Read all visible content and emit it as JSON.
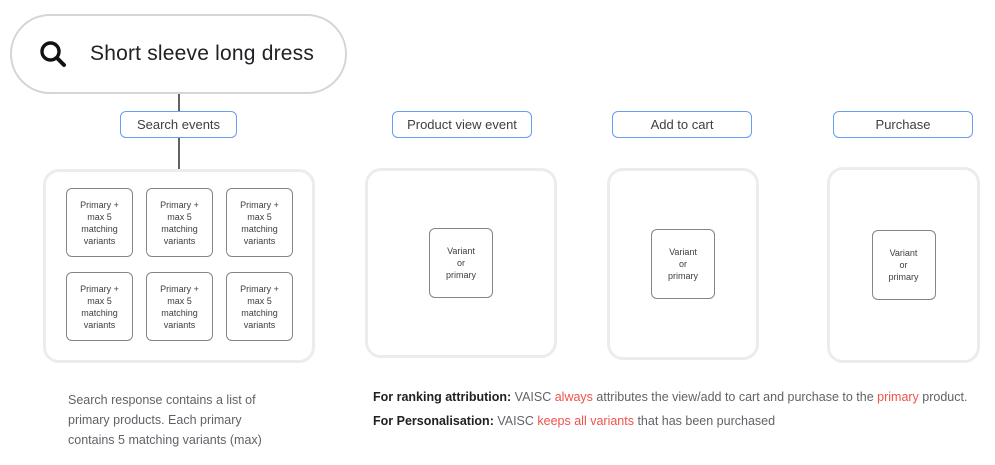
{
  "search": {
    "query": "Short sleeve long dress",
    "icon": "search-icon"
  },
  "columns": [
    {
      "id": "search-events",
      "label": "Search events",
      "boxes": [
        "Primary +\nmax 5\nmatching\nvariants",
        "Primary +\nmax 5\nmatching\nvariants",
        "Primary +\nmax 5\nmatching\nvariants",
        "Primary +\nmax 5\nmatching\nvariants",
        "Primary +\nmax 5\nmatching\nvariants",
        "Primary +\nmax 5\nmatching\nvariants"
      ]
    },
    {
      "id": "product-view",
      "label": "Product view event",
      "boxes": [
        "Variant\nor\nprimary"
      ]
    },
    {
      "id": "add-to-cart",
      "label": "Add to cart",
      "boxes": [
        "Variant\nor\nprimary"
      ]
    },
    {
      "id": "purchase",
      "label": "Purchase",
      "boxes": [
        "Variant\nor\nprimary"
      ]
    }
  ],
  "notes": {
    "search_note_lines": [
      "Search response contains a list of",
      "primary products. Each primary",
      "contains 5 matching variants (max)"
    ],
    "ranking_segments": [
      {
        "text": "For ranking attribution:",
        "style": "bold"
      },
      {
        "text": " VAISC ",
        "style": "normal"
      },
      {
        "text": "always",
        "style": "red"
      },
      {
        "text": " attributes the view/add to cart and purchase to the ",
        "style": "normal"
      },
      {
        "text": "primary",
        "style": "red"
      },
      {
        "text": " product.",
        "style": "normal"
      }
    ],
    "personalisation_segments": [
      {
        "text": "For Personalisation:",
        "style": "bold"
      },
      {
        "text": " VAISC ",
        "style": "normal"
      },
      {
        "text": "keeps all variants",
        "style": "red"
      },
      {
        "text": " that has been purchased",
        "style": "normal"
      }
    ]
  },
  "colors": {
    "accent_blue": "#669df6",
    "accent_red": "#ef5349",
    "ink": "#202124",
    "ink_soft": "#3c4043",
    "ink_gray": "#5f6368",
    "frame": "#ececee",
    "box_border": "#80868b",
    "pill_border": "#d2d5d9",
    "line": "#5f6368"
  }
}
